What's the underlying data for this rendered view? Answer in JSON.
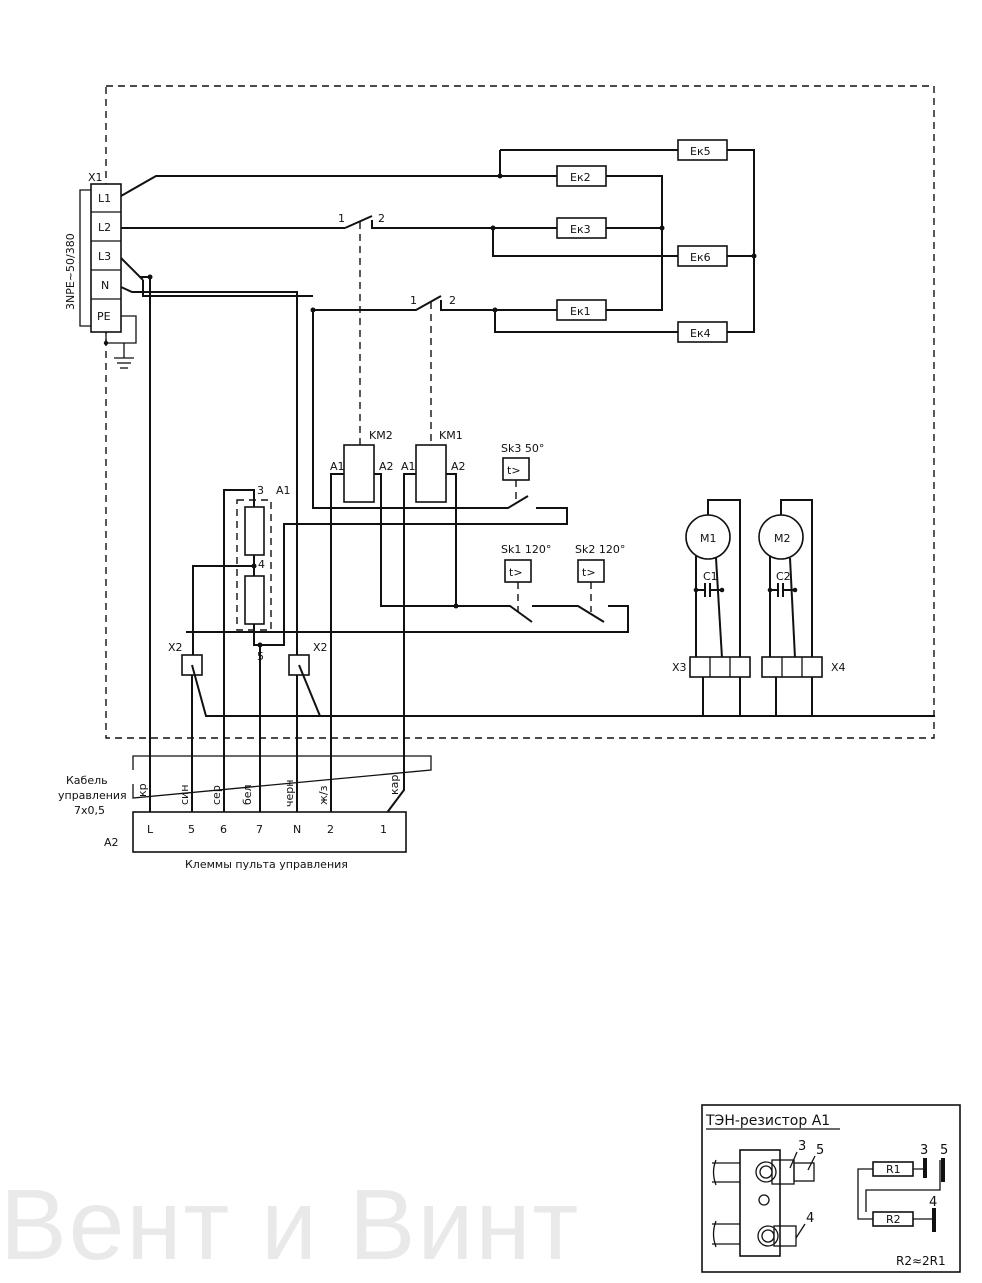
{
  "supply": {
    "connector": "X1",
    "voltage": "3NPE~50/380",
    "terminals": [
      "L1",
      "L2",
      "L3",
      "N",
      "PE"
    ]
  },
  "heaters": [
    "Ек5",
    "Ек2",
    "Ек3",
    "Ек6",
    "Ек1",
    "Ек4"
  ],
  "contactors": {
    "km1": "KM1",
    "km2": "KM2",
    "a1": "A1",
    "a2": "A2",
    "pole1": "1",
    "pole2": "2"
  },
  "thermostats": {
    "sk3": "Sk3 50°",
    "sk1": "Sk1 120°",
    "sk2": "Sk2 120°",
    "symbol": "t>"
  },
  "resistor_block": {
    "name": "A1",
    "pins": [
      "3",
      "4",
      "5"
    ]
  },
  "connectors": {
    "x2": "X2",
    "x3": "X3",
    "x4": "X4"
  },
  "motors": {
    "m1": "M1",
    "m2": "M2",
    "c1": "C1",
    "c2": "C2"
  },
  "cable": {
    "line1": "Кабель",
    "line2": "управления",
    "line3": "7х0,5",
    "colors": [
      "кр",
      "син",
      "сер",
      "бел",
      "черн",
      "ж/з",
      "кар"
    ]
  },
  "panel": {
    "name": "A2",
    "terminals": [
      "L",
      "5",
      "6",
      "7",
      "N",
      "2",
      "1"
    ],
    "caption": "Клеммы пульта управления"
  },
  "inset": {
    "title": "ТЭН-резистор А1",
    "pin3": "3",
    "pin5": "5",
    "pin4": "4",
    "r1": "R1",
    "r2": "R2",
    "formula": "R2≈2R1"
  },
  "watermark": "Вент и Винт"
}
